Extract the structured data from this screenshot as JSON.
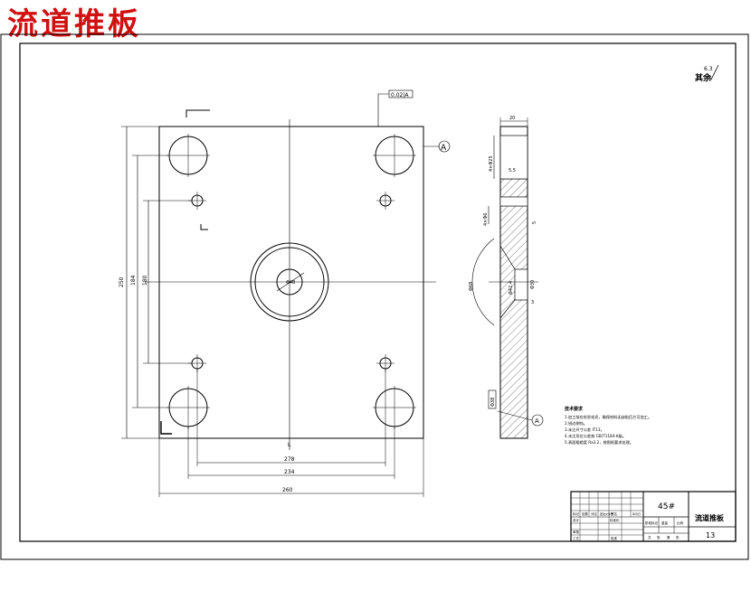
{
  "page": {
    "stamp_title": "流道推板"
  },
  "drawing": {
    "roughness_symbol": "其余",
    "roughness_value": "6.3",
    "tolerance_frame": "0.02|A",
    "datum_label": "A",
    "main_view": {
      "dim_vertical_outer": "250",
      "dim_vertical_mid": "184",
      "dim_vertical_inner": "180",
      "dim_horizontal_inner": "278",
      "dim_horizontal_mid": "234",
      "dim_horizontal_outer": "260",
      "center_hole_label": "Φ48",
      "section_mark": "L"
    },
    "side_view": {
      "thickness_label": "20",
      "dim_hole_upper": "4×Φ25",
      "dim_hole_upper_depth": "5.5",
      "dim_hole_lower": "4×Φ6",
      "angle_label": "5",
      "center_dim_outer": "Φ68",
      "center_dim_inner": "Φ42.4",
      "center_dim_small": "Φ30",
      "center_depth": "3",
      "lower_label": "Φ38",
      "bottom_datum": "A"
    },
    "tech_notes": {
      "heading": "技术要求",
      "items": [
        "1.加工前应检验毛坯，确保材料无缺陷后方可加工。",
        "2.锐边倒钝。",
        "3.未注尺寸公差 IT13。",
        "4.未注形位公差按 GB/T1184-K级。",
        "5.表面粗糙度 Ra3.2，按图纸要求处理。"
      ]
    },
    "title_block": {
      "material": "45#",
      "part_name": "流道推板",
      "sheet_number": "13",
      "left_labels": [
        "标记",
        "设计",
        "审核",
        "工艺"
      ],
      "mid_labels": [
        "处数",
        "分区",
        "标准化",
        "更改文件号",
        "签名",
        "年月日",
        "批准"
      ],
      "right_labels": [
        "阶段标记",
        "重量",
        "比例"
      ],
      "sheet_labels": [
        "共",
        "张",
        "第",
        "张"
      ]
    }
  }
}
